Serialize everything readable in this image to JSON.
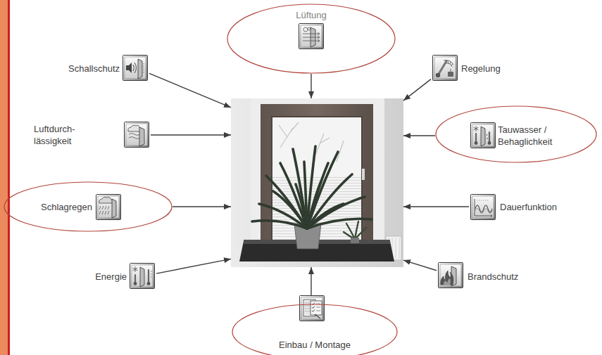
{
  "diagram": {
    "nodes": [
      {
        "text": [
          "Lüftung"
        ]
      },
      {
        "text": [
          "Schallschutz"
        ]
      },
      {
        "text": [
          "Regelung"
        ]
      },
      {
        "text": [
          "Luftdurch- lässigkeit"
        ]
      },
      {
        "text": []
      },
      {
        "text": [
          "Tauwasser / Behaglichkeit"
        ]
      },
      {
        "text": [
          "Schlagregen"
        ]
      },
      {
        "text": [
          "Dauerfunktion"
        ]
      },
      {
        "text": [
          "Energie"
        ]
      },
      {
        "text": [
          "Brandschutz"
        ]
      },
      {
        "text": [
          "Einbau / Montage"
        ]
      }
    ],
    "edges": [
      {
        "from": 0,
        "to": 4,
        "arrow": "to"
      },
      {
        "from": 1,
        "to": 4,
        "arrow": "to"
      },
      {
        "from": 2,
        "to": 4,
        "arrow": "to"
      },
      {
        "from": 3,
        "to": 4,
        "arrow": "to"
      },
      {
        "from": 5,
        "to": 4,
        "arrow": "to"
      },
      {
        "from": 6,
        "to": 4,
        "arrow": "to"
      },
      {
        "from": 7,
        "to": 4,
        "arrow": "to"
      },
      {
        "from": 8,
        "to": 4,
        "arrow": "to"
      },
      {
        "from": 9,
        "to": 4,
        "arrow": "to"
      },
      {
        "from": 10,
        "to": 4,
        "arrow": "to"
      }
    ]
  }
}
